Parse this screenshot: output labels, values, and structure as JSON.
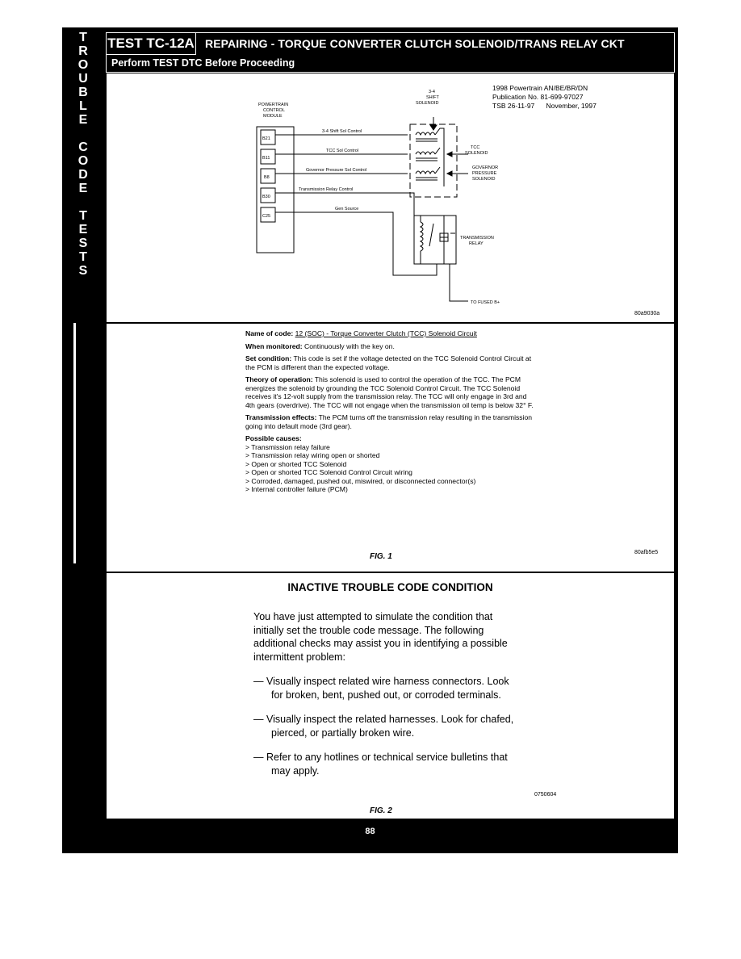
{
  "sidebar": {
    "words": [
      [
        "T",
        "R",
        "O",
        "U",
        "B",
        "L",
        "E"
      ],
      [
        "C",
        "O",
        "D",
        "E"
      ],
      [
        "T",
        "E",
        "S",
        "T",
        "S"
      ]
    ]
  },
  "header": {
    "test_id": "TEST TC-12A",
    "title": "REPAIRING - TORQUE CONVERTER CLUTCH SOLENOID/TRANS RELAY CKT",
    "perform": "Perform TEST DTC Before Proceeding"
  },
  "diagram": {
    "pub_lines": [
      "1998 Powertrain AN/BE/BR/DN",
      "Publication No. 81-699-97027",
      "TSB 26-11-97      November, 1997"
    ],
    "pcm_label": [
      "POWERTRAIN",
      "CONTROL",
      "MODULE"
    ],
    "pins": [
      "B21",
      "B11",
      "B8",
      "B30",
      "C25"
    ],
    "wires": [
      "3-4 Shift Sol Control",
      "TCC Sol Control",
      "Governor Pressure Sol Control",
      "Transmission Relay Control",
      "Gen Source"
    ],
    "shift_sol_label": [
      "3-4",
      "SHIFT",
      "SOLENOID"
    ],
    "tcc_label": [
      "TCC",
      "SOLENOID"
    ],
    "gov_label": [
      "GOVERNOR",
      "PRESSURE",
      "SOLENOID"
    ],
    "relay_label": [
      "TRANSMISSION",
      "RELAY"
    ],
    "fused_label": "TO FUSED B+",
    "code": "80a9030a"
  },
  "code_info": {
    "name_label": "Name of code:",
    "name_value": "12 (SOC) - Torque Converter Clutch (TCC) Solenoid Circuit",
    "when_label": "When monitored:",
    "when_value": "Continuously with the key on.",
    "set_label": "Set condition:",
    "set_value": "This code is set if the voltage detected on the TCC Solenoid Control Circuit at the PCM is different than the expected voltage.",
    "theory_label": "Theory of operation:",
    "theory_value": "This solenoid is used to control the operation of the TCC. The PCM energizes the solenoid by grounding the TCC Solenoid Control Circuit. The TCC Solenoid receives it's 12-volt supply from the transmission relay. The TCC will only engage in 3rd and 4th gears (overdrive). The TCC will not engage when the transmission oil temp is below 32° F.",
    "effects_label": "Transmission effects:",
    "effects_value": "The PCM turns off the transmission relay resulting in the transmission going into default mode (3rd gear).",
    "causes_label": "Possible causes:",
    "causes": [
      "> Transmission relay failure",
      "> Transmission relay wiring open or shorted",
      "> Open or shorted TCC Solenoid",
      "> Open or shorted TCC Solenoid Control Circuit wiring",
      "> Corroded, damaged, pushed out, miswired, or disconnected connector(s)",
      "> Internal controller failure (PCM)"
    ],
    "fig": "FIG. 1",
    "code": "80afb5e5"
  },
  "inactive": {
    "title": "INACTIVE TROUBLE CODE CONDITION",
    "intro": "You have just attempted to simulate the condition that initially set the trouble code message. The following additional checks may assist you in identifying a possible intermittent problem:",
    "checks": [
      "— Visually inspect related wire harness connectors. Look for broken, bent, pushed out, or corroded terminals.",
      "— Visually inspect the related harnesses. Look for chafed, pierced, or partially broken wire.",
      "— Refer to any hotlines or technical service bulletins that may apply."
    ],
    "code": "0750604",
    "fig": "FIG. 2"
  },
  "page_number": "88"
}
